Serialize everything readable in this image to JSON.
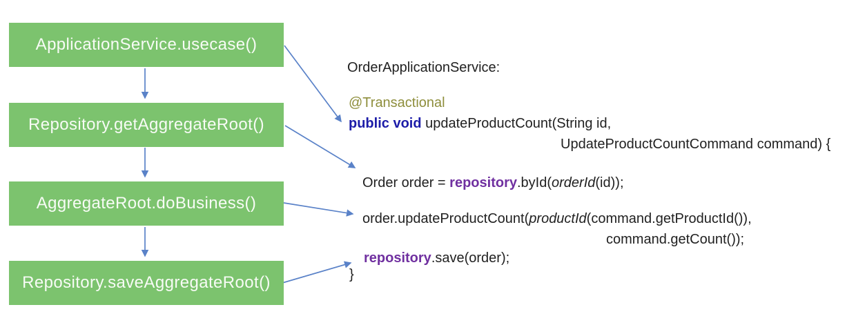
{
  "flow": {
    "boxes": [
      {
        "label": "ApplicationService.usecase()"
      },
      {
        "label": "Repository.getAggregateRoot()"
      },
      {
        "label": "AggregateRoot.doBusiness()"
      },
      {
        "label": "Repository.saveAggregateRoot()"
      }
    ]
  },
  "code": {
    "class_header": "OrderApplicationService:",
    "annotation": "@Transactional",
    "keyword": "public void",
    "signature": " updateProductCount(String id,",
    "signature_wrap": "UpdateProductCountCommand command) {",
    "order_line": {
      "pre": "Order order = ",
      "repo": "repository",
      "mid": ".byId(",
      "factory": "orderId",
      "post": "(id));"
    },
    "update_line": {
      "pre": "order.updateProductCount(",
      "factory": "productId",
      "post": "(command.getProductId()),"
    },
    "update_wrap": "command.getCount());",
    "save_line": {
      "repo": "repository",
      "post": ".save(order);"
    },
    "closing_brace": "}"
  },
  "colors": {
    "box-green": "#7cc36e",
    "box-label": "#f7fbf5",
    "arrow-blue": "#5a82c8",
    "code-ink": "#212121",
    "annotation-olive": "#8e8e3c",
    "keyword-navy": "#1c1ca8",
    "repo-purple": "#7030a0"
  }
}
